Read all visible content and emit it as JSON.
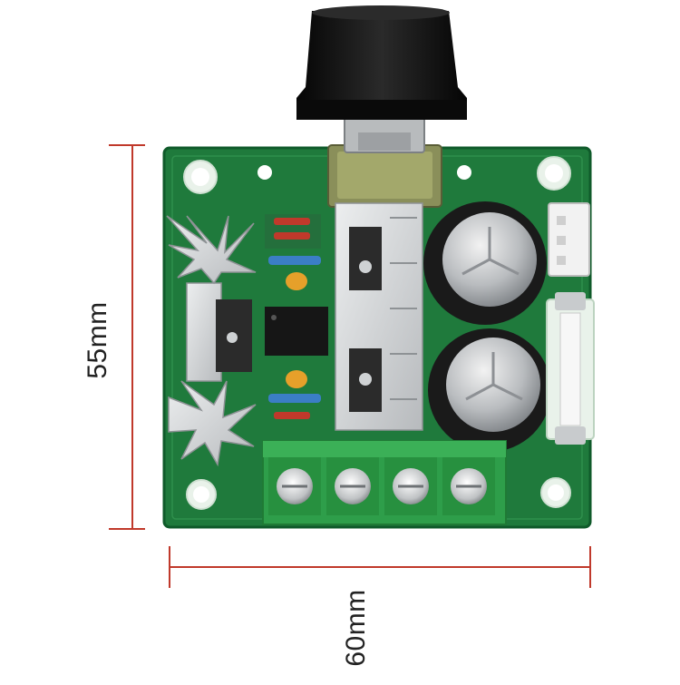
{
  "dimensions": {
    "height_label": "55mm",
    "width_label": "60mm"
  },
  "colors": {
    "background": "#ffffff",
    "pcb_green": "#1f7a3c",
    "pcb_edge": "#0f5a2a",
    "dimension_line": "#c0392b",
    "terminal_green": "#2e9e4a",
    "knob": "#111111",
    "heatsink": "#d6d8da",
    "capacitor": "#1a1a1a"
  },
  "components": {
    "knob": "potentiometer-knob",
    "heatsinks": 3,
    "capacitors": 2,
    "terminal_screws": 4,
    "fuse": 1
  }
}
